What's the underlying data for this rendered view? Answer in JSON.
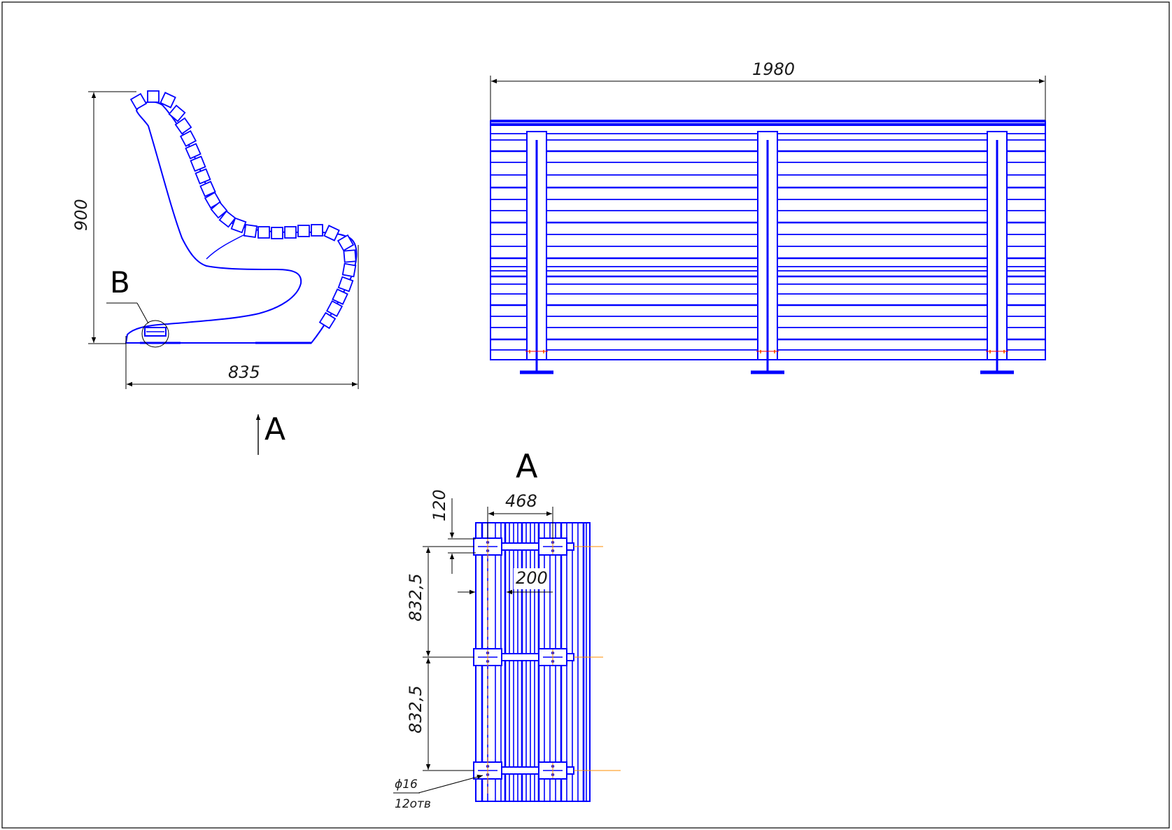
{
  "colors": {
    "outline": "#0000ff",
    "dimension": "#000000",
    "center": "#ff8c00",
    "frame": "#000000"
  },
  "side_view": {
    "height_dim": "900",
    "width_dim": "835",
    "detail_letter": "B"
  },
  "front_view": {
    "width_dim": "1980"
  },
  "view_arrow": {
    "letter": "A"
  },
  "top_view": {
    "title": "A",
    "dim_top": "120",
    "dim_width": "468",
    "dim_center": "200",
    "dim_span_1": "832,5",
    "dim_span_2": "832,5",
    "hole_dia": "ϕ16",
    "hole_count": "12отв"
  }
}
